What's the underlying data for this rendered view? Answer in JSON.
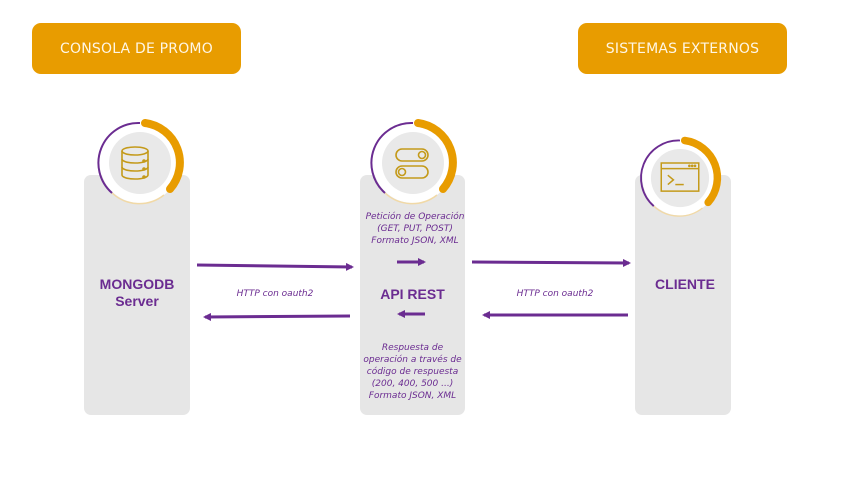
{
  "headers": {
    "left": "CONSOLA DE PROMO",
    "right": "SISTEMAS EXTERNOS"
  },
  "nodes": [
    {
      "id": "mongodb",
      "label_line1": "MONGODB",
      "label_line2": "Server",
      "icon": "database-icon"
    },
    {
      "id": "api",
      "label": "API REST",
      "icon": "toggle-switches-icon"
    },
    {
      "id": "cliente",
      "label": "CLIENTE",
      "icon": "terminal-window-icon"
    }
  ],
  "api_notes": {
    "request": [
      "Petición de Operación",
      "(GET, PUT, POST)",
      "Formato JSON, XML"
    ],
    "response": [
      "Respuesta de",
      "operación a través de",
      "código de respuesta",
      "(200, 400, 500 ...)",
      "Formato JSON, XML"
    ]
  },
  "links": {
    "left": "HTTP con oauth2",
    "right": "HTTP con oauth2"
  },
  "colors": {
    "accent_orange": "#e89c00",
    "accent_purple": "#6b2c91",
    "panel_gray": "#e6e6e6"
  }
}
